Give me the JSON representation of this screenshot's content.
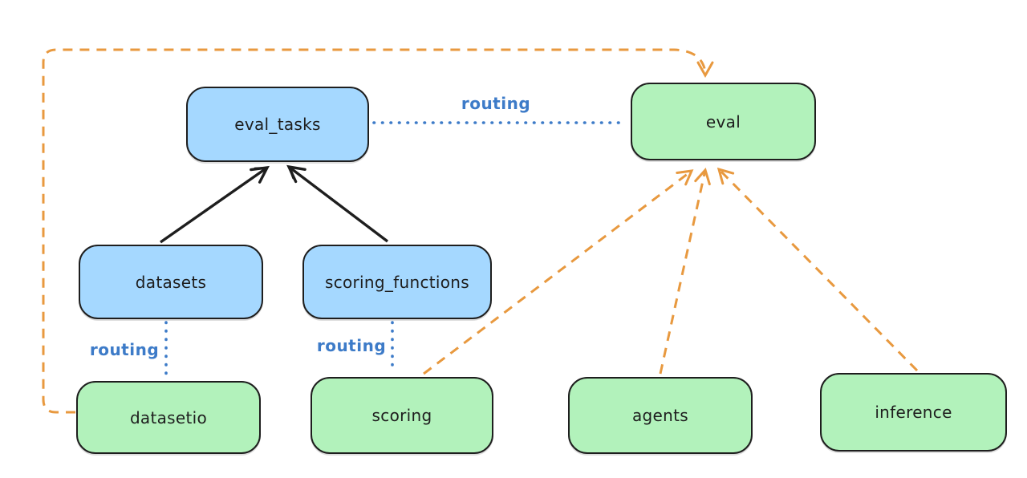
{
  "diagram": {
    "type": "flowchart",
    "nodes": {
      "eval_tasks": {
        "label": "eval_tasks",
        "fill": "blue"
      },
      "eval": {
        "label": "eval",
        "fill": "green"
      },
      "datasets": {
        "label": "datasets",
        "fill": "blue"
      },
      "scoring_functions": {
        "label": "scoring_functions",
        "fill": "blue"
      },
      "datasetio": {
        "label": "datasetio",
        "fill": "green"
      },
      "scoring": {
        "label": "scoring",
        "fill": "green"
      },
      "agents": {
        "label": "agents",
        "fill": "green"
      },
      "inference": {
        "label": "inference",
        "fill": "green"
      }
    },
    "edge_labels": {
      "eval_tasks_eval": "routing",
      "datasets_datasetio": "routing",
      "scoring_functions_scoring": "routing"
    },
    "edges": [
      {
        "from": "datasets",
        "to": "eval_tasks",
        "style": "solid-arrow",
        "color": "black"
      },
      {
        "from": "scoring_functions",
        "to": "eval_tasks",
        "style": "solid-arrow",
        "color": "black"
      },
      {
        "from": "eval_tasks",
        "to": "eval",
        "style": "dotted-line",
        "color": "blue",
        "label": "routing"
      },
      {
        "from": "datasets",
        "to": "datasetio",
        "style": "dotted-line",
        "color": "blue",
        "label": "routing"
      },
      {
        "from": "scoring_functions",
        "to": "scoring",
        "style": "dotted-line",
        "color": "blue",
        "label": "routing"
      },
      {
        "from": "datasetio",
        "to": "eval",
        "style": "dashed-arrow",
        "color": "orange"
      },
      {
        "from": "scoring",
        "to": "eval",
        "style": "dashed-arrow",
        "color": "orange"
      },
      {
        "from": "agents",
        "to": "eval",
        "style": "dashed-arrow",
        "color": "orange"
      },
      {
        "from": "inference",
        "to": "eval",
        "style": "dashed-arrow",
        "color": "orange"
      }
    ],
    "colors": {
      "blue_fill": "#a5d8ff",
      "green_fill": "#b2f2bb",
      "stroke": "#1e1e1e",
      "orange_edge": "#e8993f",
      "blue_edge": "#3d7bc8",
      "background": "#ffffff"
    }
  }
}
